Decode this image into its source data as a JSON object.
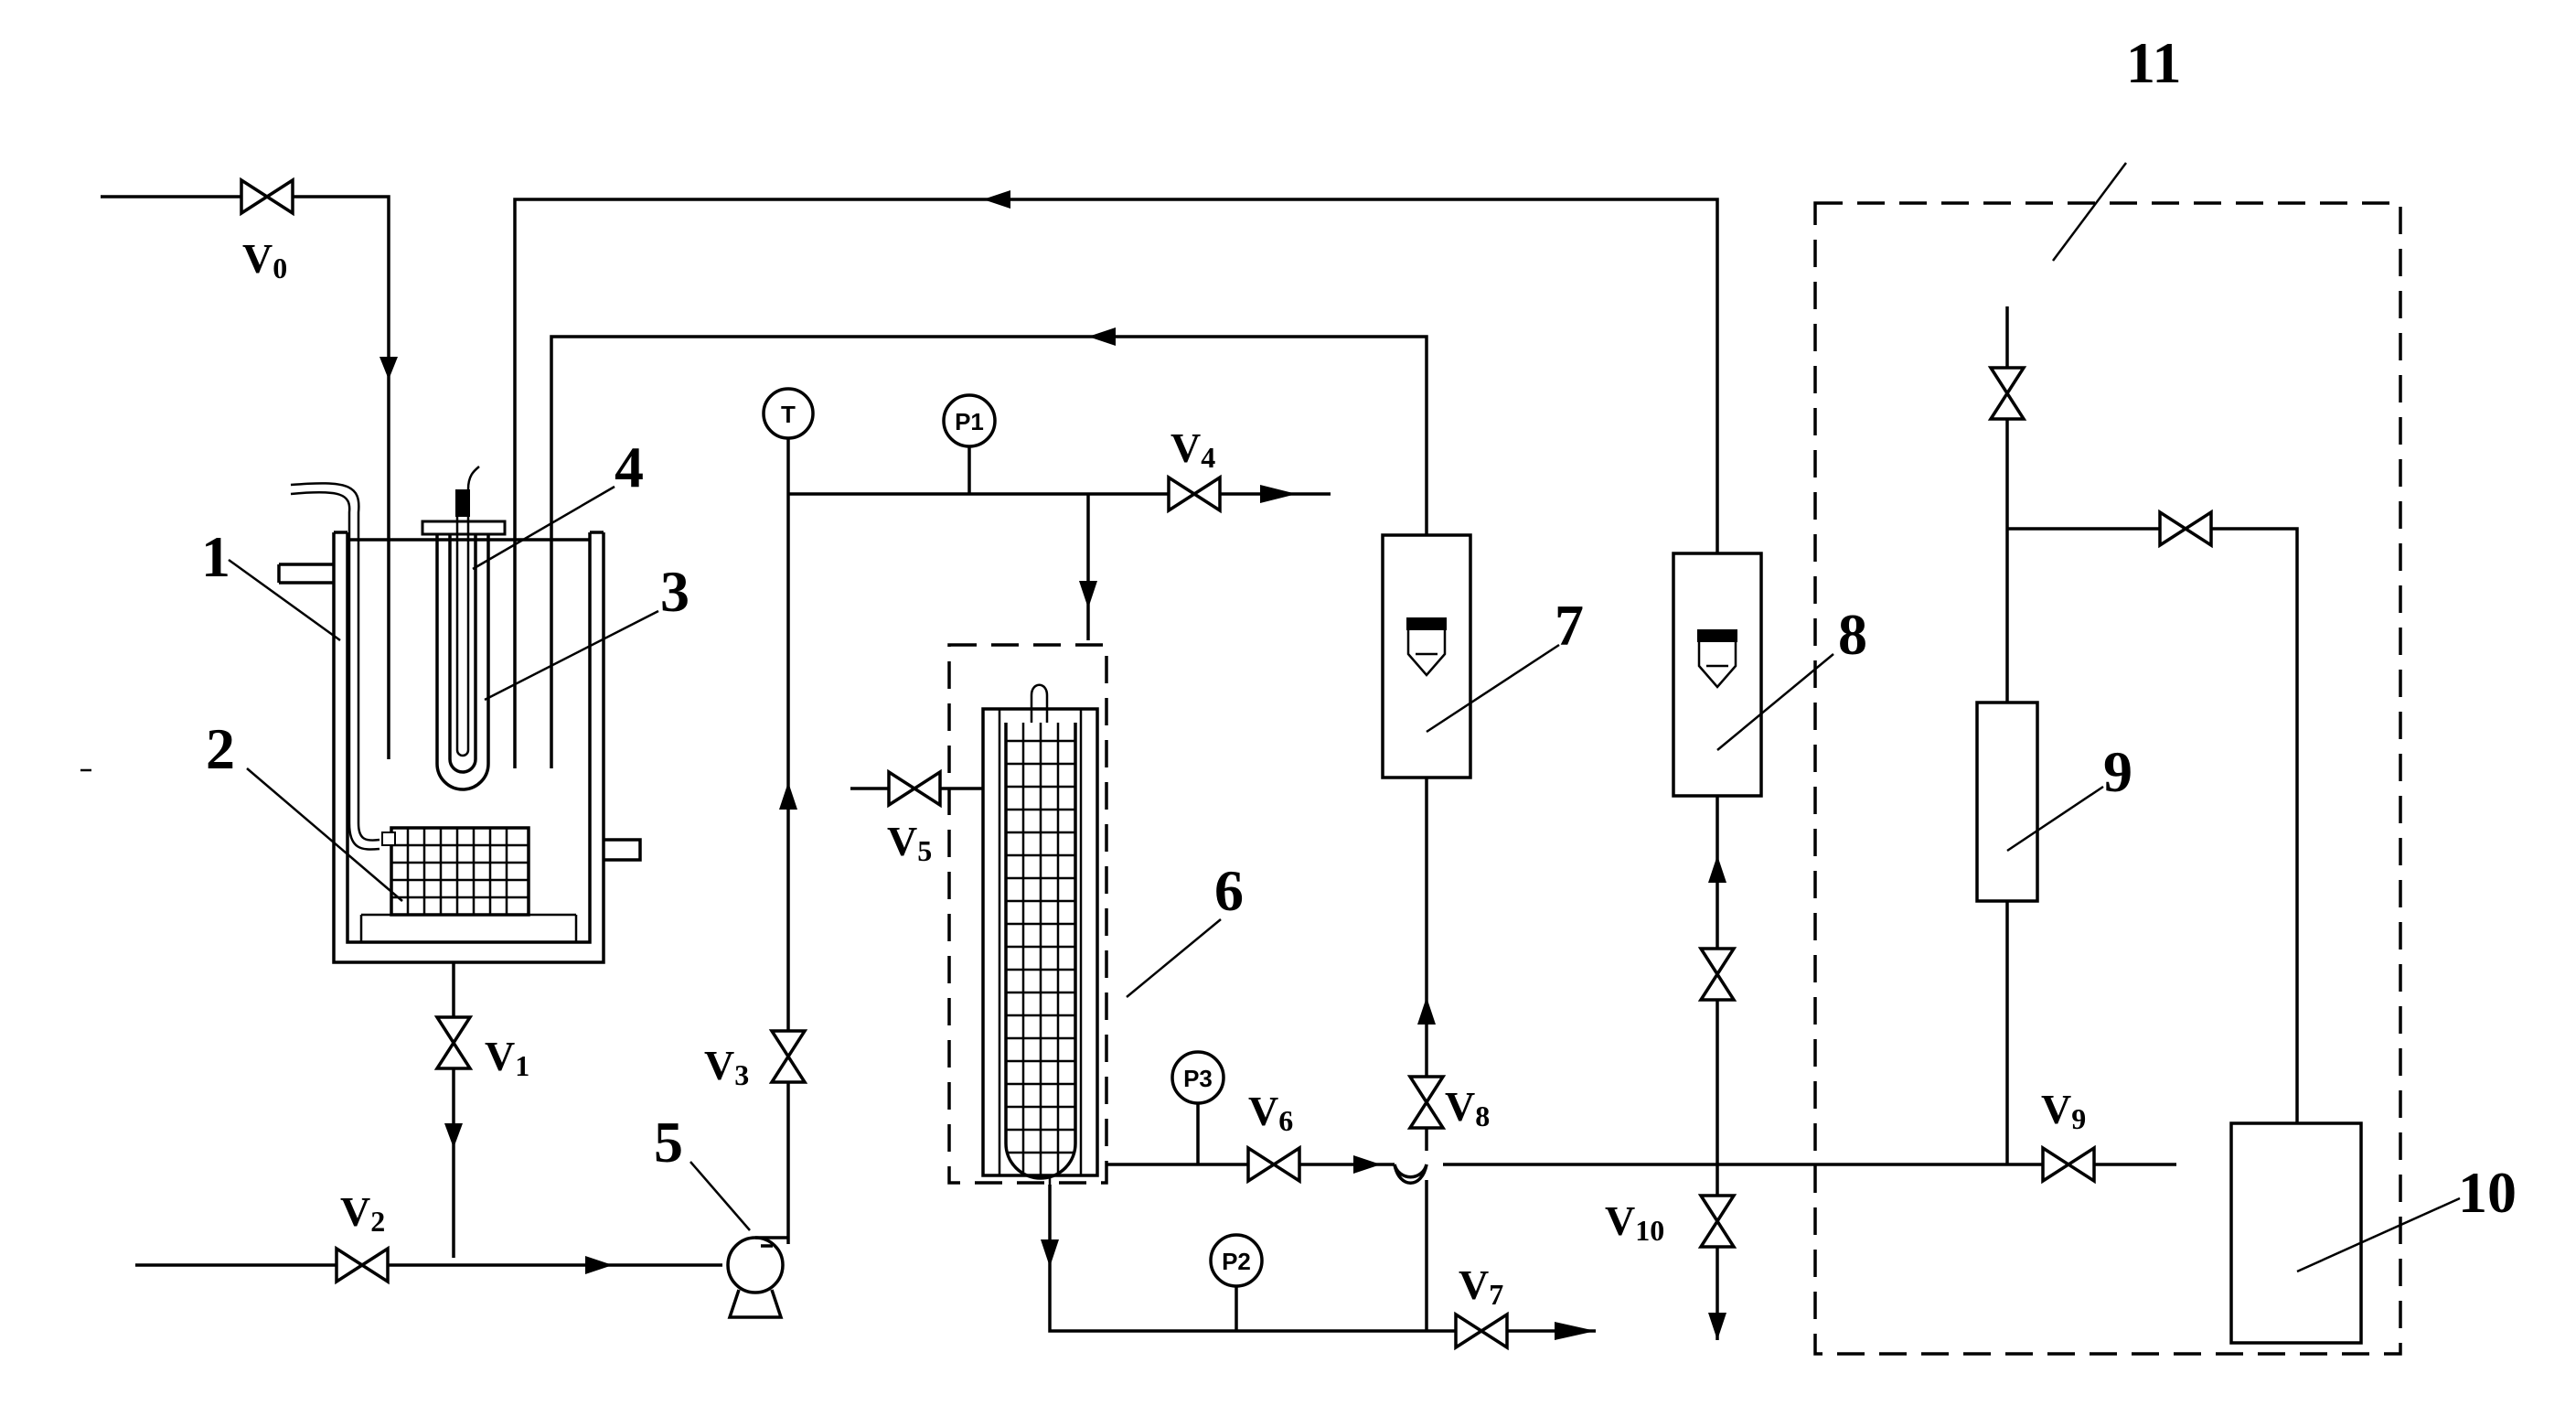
{
  "components": {
    "reactor_jacket": "1",
    "packing_block": "2",
    "inner_tube": "3",
    "thermocouple_probe": "4",
    "pump": "5",
    "adsorption_column": "6",
    "flowmeter_a": "7",
    "flowmeter_b": "8",
    "column_9": "9",
    "box_10": "10",
    "dashed_region": "11"
  },
  "valves": {
    "v0": {
      "letter": "V",
      "sub": "0"
    },
    "v1": {
      "letter": "V",
      "sub": "1"
    },
    "v2": {
      "letter": "V",
      "sub": "2"
    },
    "v3": {
      "letter": "V",
      "sub": "3"
    },
    "v4": {
      "letter": "V",
      "sub": "4"
    },
    "v5": {
      "letter": "V",
      "sub": "5"
    },
    "v6": {
      "letter": "V",
      "sub": "6"
    },
    "v7": {
      "letter": "V",
      "sub": "7"
    },
    "v8": {
      "letter": "V",
      "sub": "8"
    },
    "v9": {
      "letter": "V",
      "sub": "9"
    },
    "v10": {
      "letter": "V",
      "sub": "10"
    }
  },
  "gauges": {
    "temperature": "T",
    "p1": "P1",
    "p2": "P2",
    "p3": "P3"
  }
}
